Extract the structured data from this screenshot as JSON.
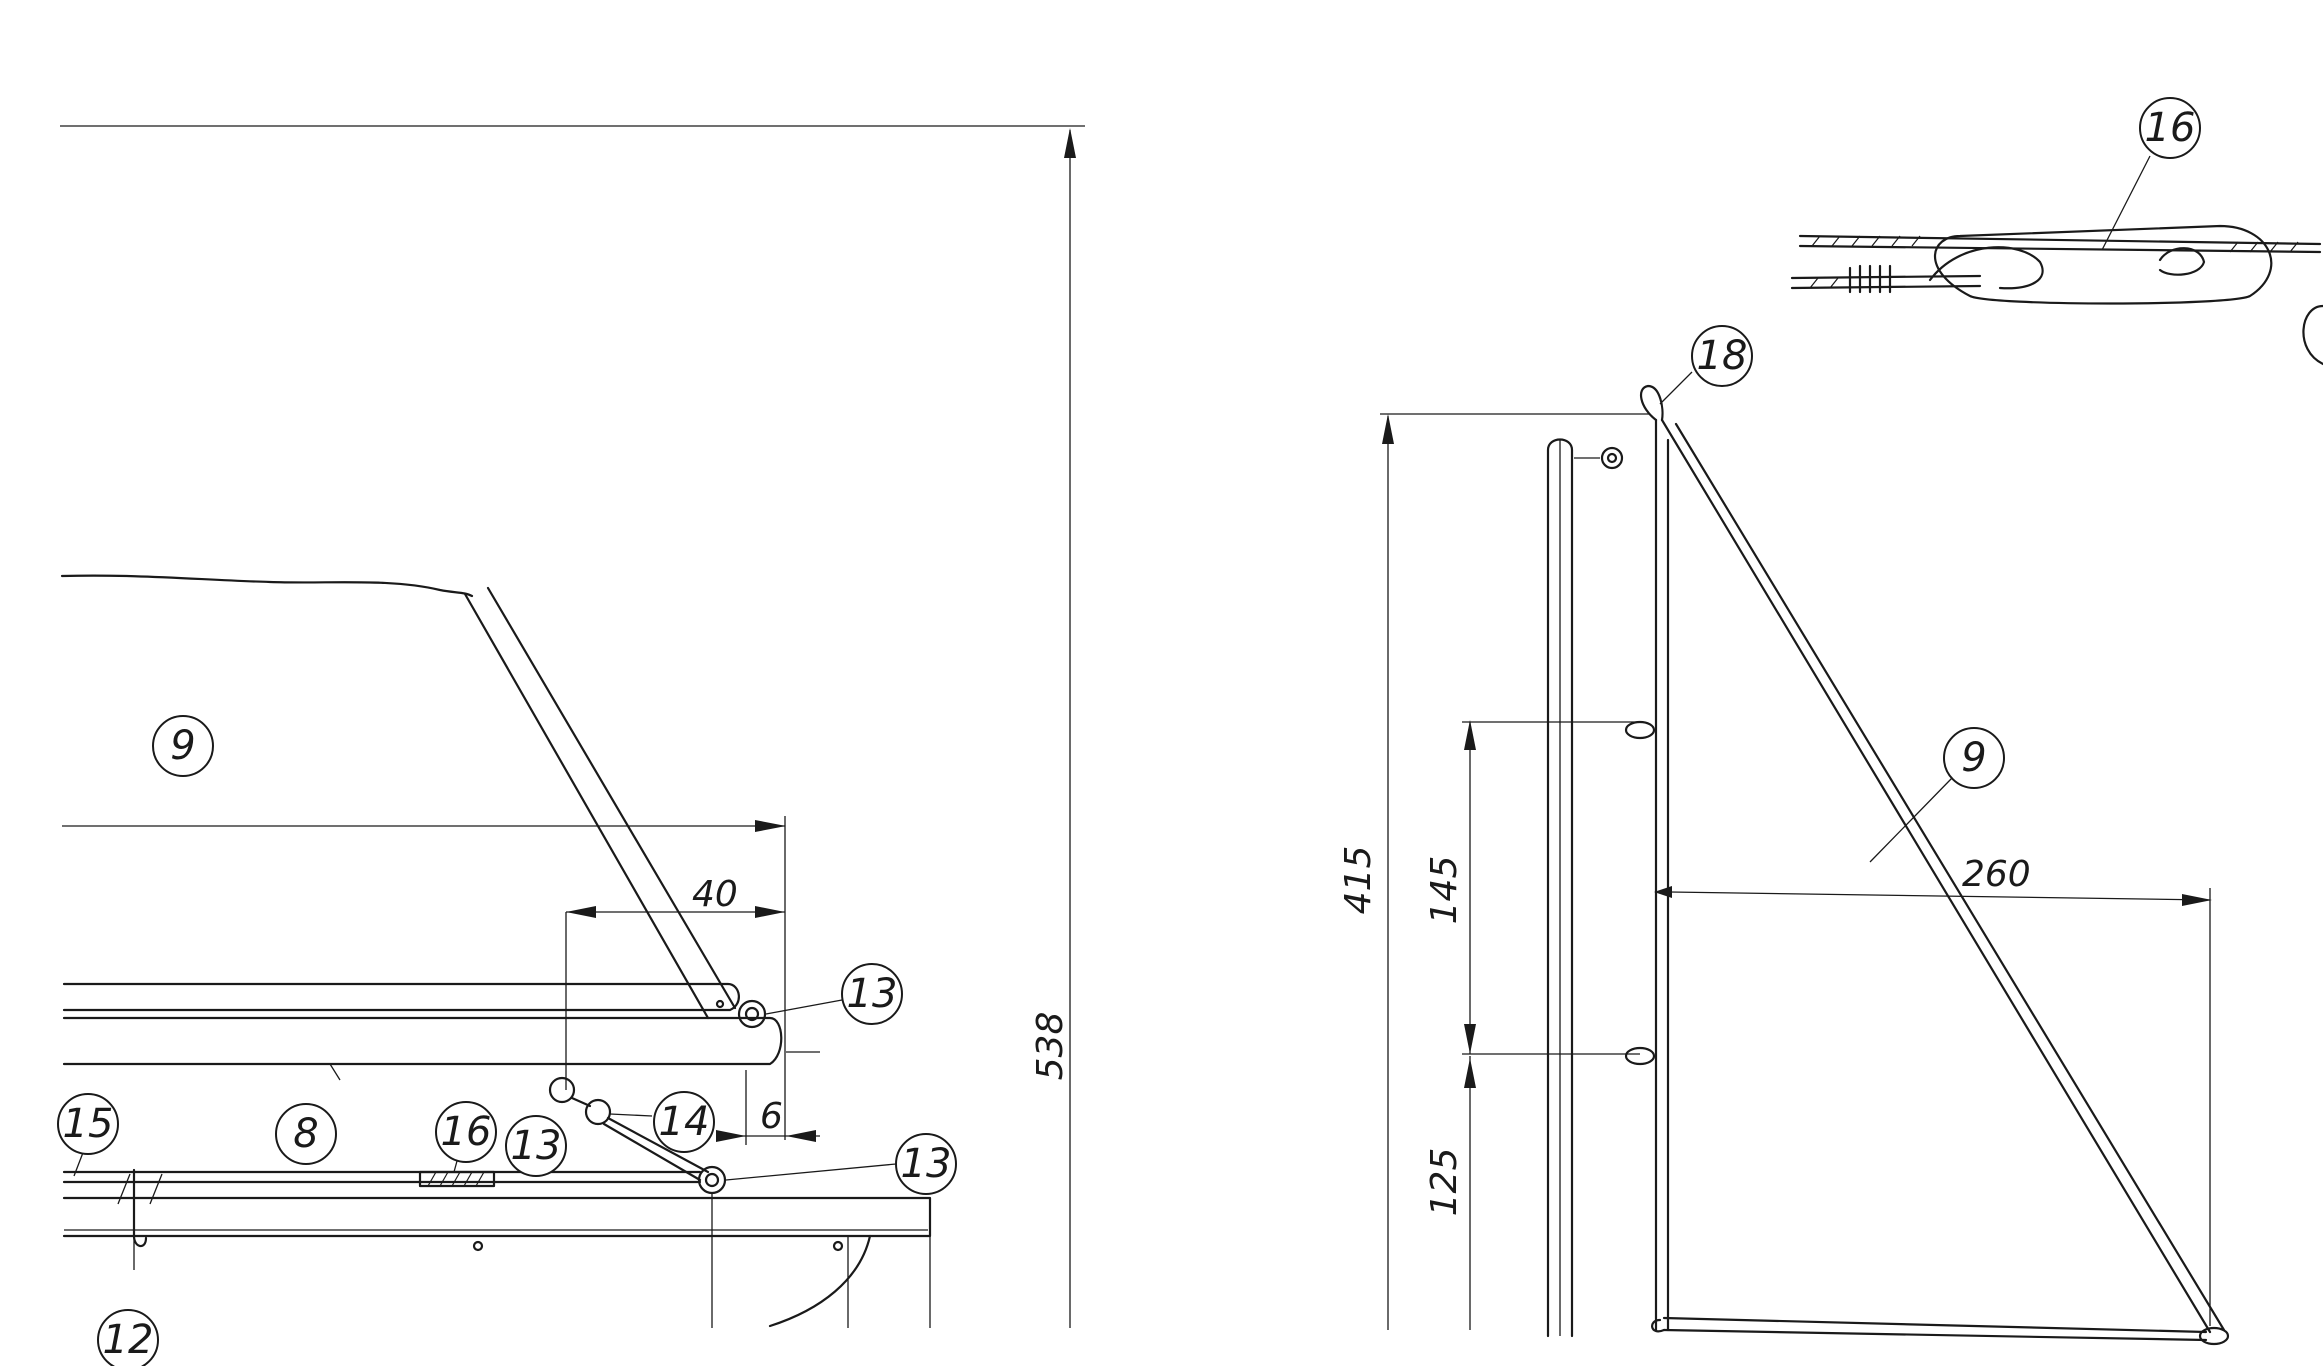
{
  "callouts": {
    "left_9": "9",
    "left_13_upper": "13",
    "left_13_middle": "13",
    "left_13_lower": "13",
    "left_14": "14",
    "left_15": "15",
    "left_16": "16",
    "left_8": "8",
    "left_partial": "12",
    "right_16": "16",
    "right_18": "18",
    "right_9": "9"
  },
  "dimensions": {
    "dim_40": "40",
    "dim_6": "6",
    "dim_538": "538",
    "dim_415": "415",
    "dim_145": "145",
    "dim_125": "125",
    "dim_260": "260"
  }
}
